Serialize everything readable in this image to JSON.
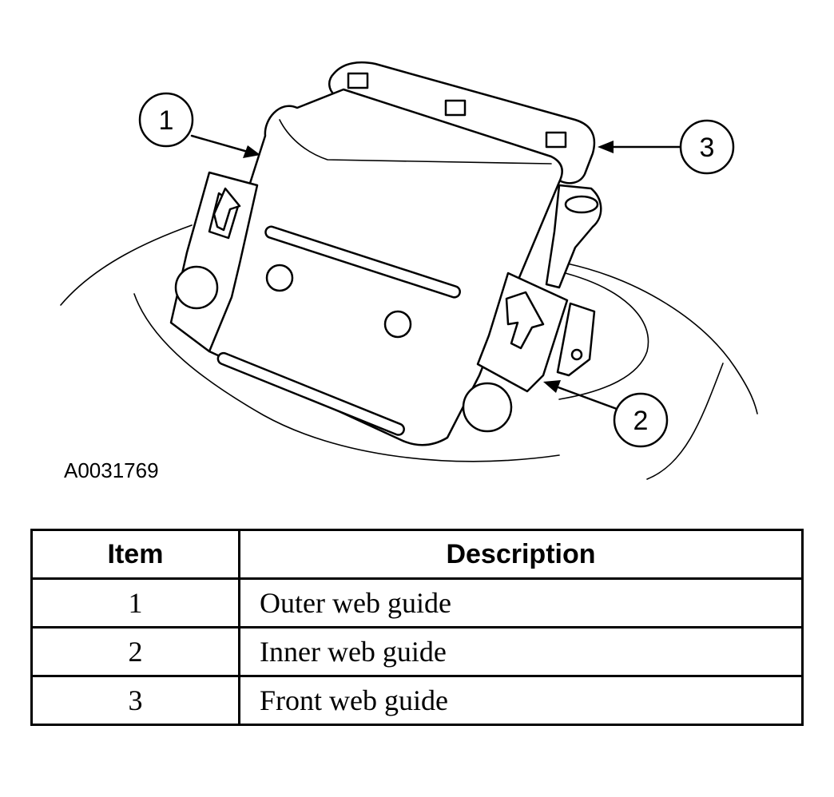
{
  "figure_id": "A0031769",
  "callouts": [
    "1",
    "2",
    "3"
  ],
  "legend": {
    "headers": {
      "item": "Item",
      "description": "Description"
    },
    "rows": [
      {
        "item": "1",
        "description": "Outer web guide"
      },
      {
        "item": "2",
        "description": "Inner web guide"
      },
      {
        "item": "3",
        "description": "Front web guide"
      }
    ]
  }
}
